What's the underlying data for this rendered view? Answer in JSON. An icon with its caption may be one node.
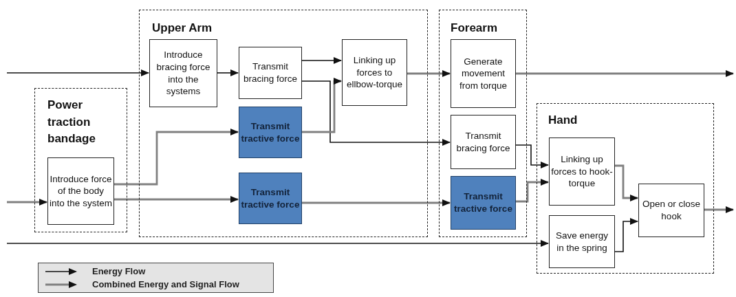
{
  "diagram": {
    "nodes": [
      {
        "text": [
          "Upper Arm"
        ]
      },
      {
        "text": [
          "Introduce bracing force into the systems"
        ],
        "in": 0
      },
      {
        "text": [
          "Transmit bracing force"
        ],
        "in": 0
      },
      {
        "text": [
          "Linking up forces to ellbow-torque"
        ],
        "in": 0
      },
      {
        "text": [
          "Transmit tractive force"
        ],
        "in": 0
      },
      {
        "text": [
          "Transmit tractive force"
        ],
        "in": 0
      },
      {
        "text": [
          "Power traction bandage"
        ]
      },
      {
        "text": [
          "Introduce force of the body into the system"
        ],
        "in": 6
      },
      {
        "text": [
          "Forearm"
        ]
      },
      {
        "text": [
          "Generate movement from torque"
        ],
        "in": 8
      },
      {
        "text": [
          "Transmit bracing force"
        ],
        "in": 8
      },
      {
        "text": [
          "Transmit tractive force"
        ],
        "in": 8
      },
      {
        "text": [
          "Hand"
        ]
      },
      {
        "text": [
          "Linking up forces to hook-torque"
        ],
        "in": 12
      },
      {
        "text": [
          "Save energy in the spring"
        ],
        "in": 12
      },
      {
        "text": [
          "Open or close hook"
        ],
        "in": 12
      }
    ],
    "edges": [
      {
        "from": null,
        "to": 1,
        "arrow": "to",
        "color": "#111111"
      },
      {
        "from": 1,
        "to": 2,
        "arrow": "to",
        "color": "#111111"
      },
      {
        "from": 2,
        "to": 3,
        "arrow": "to",
        "color": "#111111"
      },
      {
        "from": 2,
        "to": 10,
        "arrow": "to",
        "color": "#111111"
      },
      {
        "from": 4,
        "to": 3,
        "arrow": "to"
      },
      {
        "from": null,
        "to": 7,
        "arrow": "to"
      },
      {
        "from": 7,
        "to": 4,
        "arrow": "to"
      },
      {
        "from": 7,
        "to": 5,
        "arrow": "to"
      },
      {
        "from": 3,
        "to": 9,
        "arrow": "to"
      },
      {
        "from": 5,
        "to": 11,
        "arrow": "to"
      },
      {
        "from": 9,
        "to": null,
        "arrow": "to"
      },
      {
        "from": 10,
        "to": 13,
        "arrow": "to",
        "color": "#111111"
      },
      {
        "from": 11,
        "to": 13,
        "arrow": "to"
      },
      {
        "from": 13,
        "to": 15,
        "arrow": "to"
      },
      {
        "from": null,
        "to": 14,
        "arrow": "to",
        "color": "#111111"
      },
      {
        "from": 14,
        "to": 15,
        "arrow": "to",
        "color": "#111111"
      },
      {
        "from": 15,
        "to": null,
        "arrow": "to"
      }
    ],
    "legend": [
      {
        "text": "Energy Flow"
      },
      {
        "text": "Combined Energy and Signal Flow"
      }
    ]
  }
}
